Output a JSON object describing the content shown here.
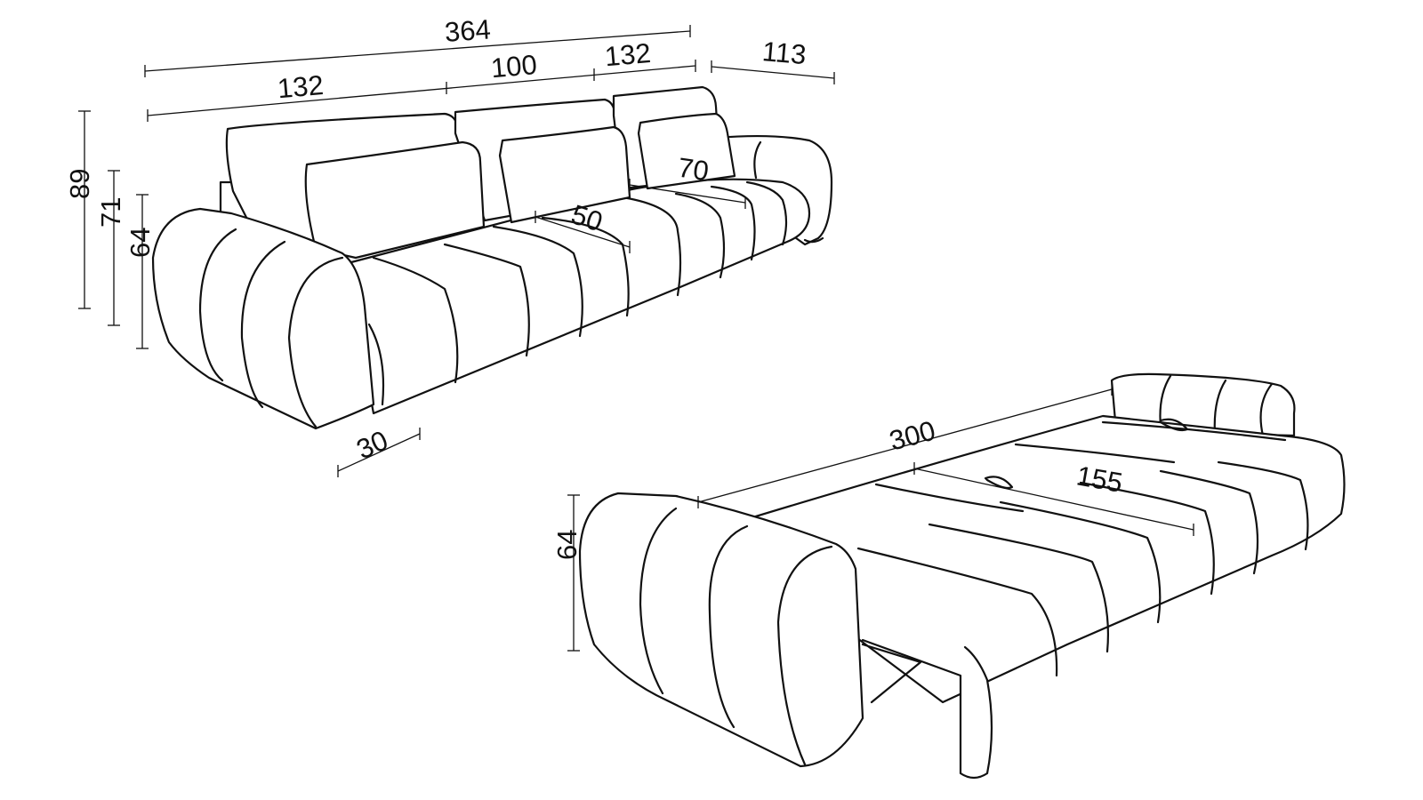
{
  "diagram": {
    "stroke_color": "#111111",
    "background_color": "#ffffff",
    "sofa_view": {
      "dimensions": {
        "total_width": "364",
        "section_left": "132",
        "section_middle": "100",
        "section_right": "132",
        "depth": "113",
        "height_total": "89",
        "height_back": "71",
        "height_arm": "64",
        "arm_width": "30",
        "cushion_width": "50",
        "cushion_depth": "70"
      }
    },
    "bed_view": {
      "dimensions": {
        "bed_length": "300",
        "bed_width": "155",
        "height": "64"
      }
    }
  }
}
